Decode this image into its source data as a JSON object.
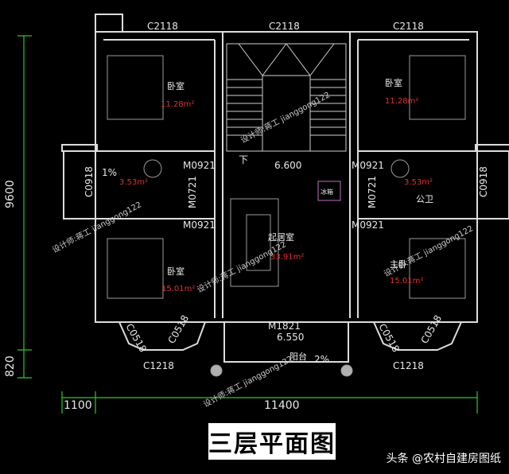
{
  "windows": {
    "top": [
      "C2118",
      "C2118",
      "C2118"
    ],
    "side": [
      "C0918",
      "C0918"
    ],
    "bay": [
      "C0518",
      "C0518",
      "C0518",
      "C0518"
    ],
    "bottom": [
      "C1218",
      "C1218"
    ]
  },
  "doors": [
    "M0921",
    "M0921",
    "M0921",
    "M0921",
    "M0721",
    "M0721",
    "M1821"
  ],
  "rooms": {
    "bed_tl": {
      "name": "卧室",
      "area": "11.28m²"
    },
    "bed_tr": {
      "name": "卧室",
      "area": "11.28m²"
    },
    "bed_bl": {
      "name": "卧室",
      "area": "15.01m²"
    },
    "master": {
      "name": "主卧",
      "area": "15.01m²"
    },
    "bath_l": {
      "name": "",
      "area": "3.53m²"
    },
    "bath_r": {
      "name": "公卫",
      "area": "3.53m²"
    },
    "living": {
      "name": "起居室",
      "area": "33.91m²"
    },
    "balcony": {
      "name": "阳台",
      "area": ""
    }
  },
  "levels": {
    "floor": "6.600",
    "balcony": "6.550"
  },
  "slope": "2%",
  "bath_slope": "1%",
  "stair_down": "下",
  "appliance": "冰箱",
  "dims": {
    "left_main": "9600",
    "left_balcony": "820",
    "bottom_left": "1100",
    "bottom_main": "11400"
  },
  "title": "三层平面图",
  "watermark": "设计师:蒋工 jianggong122",
  "source_prefix": "头条",
  "source_name": "@农村自建房图纸"
}
